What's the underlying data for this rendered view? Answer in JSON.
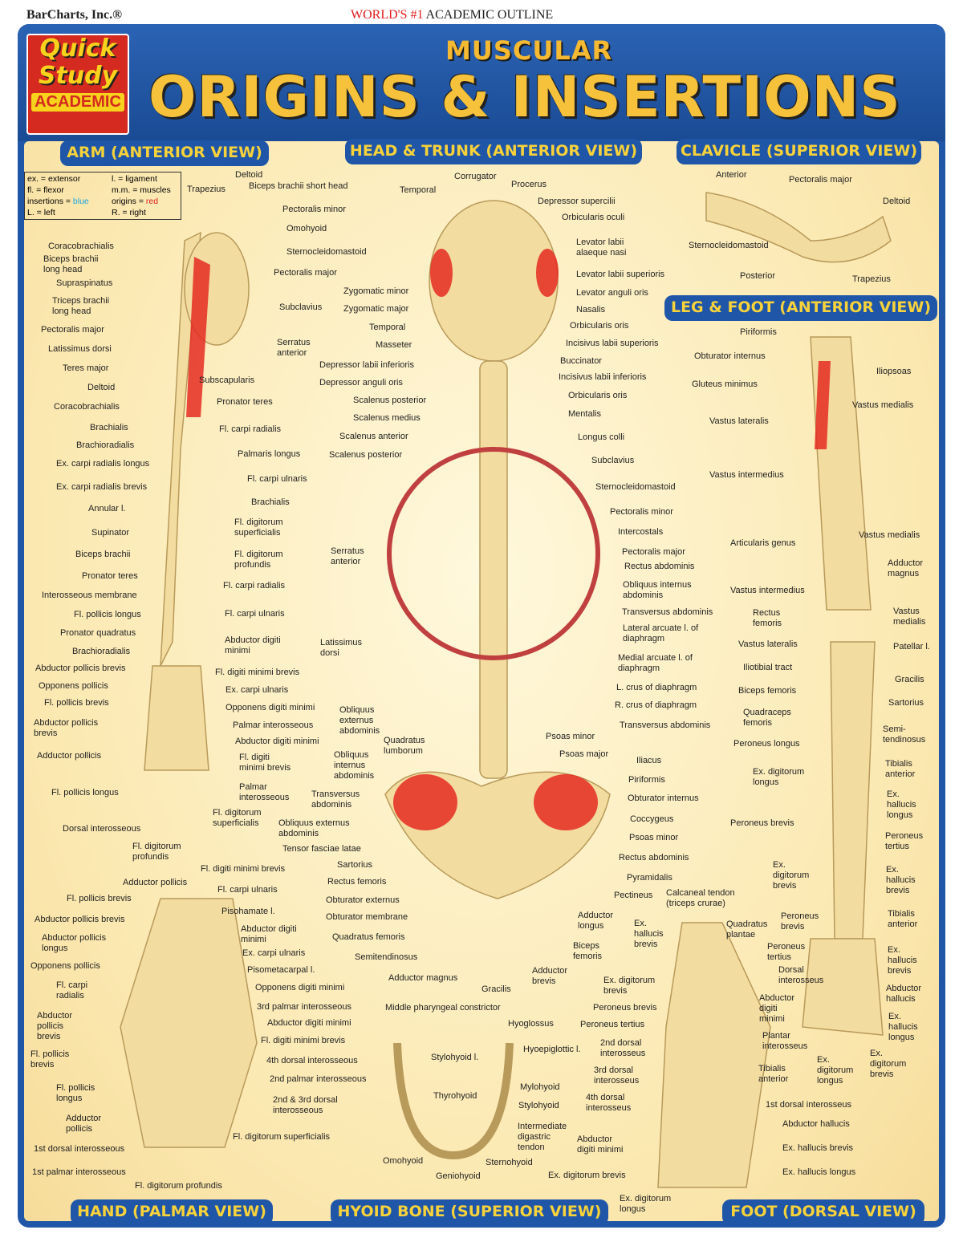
{
  "publisher": "BarCharts, Inc.®",
  "tagline": {
    "highlight": "WORLD'S #1",
    "rest": " ACADEMIC OUTLINE"
  },
  "logo": {
    "line1": "Quick",
    "line2": "Study",
    "line3": "ACADEMIC"
  },
  "title": {
    "sup": "MUSCULAR",
    "main": "ORIGINS & INSERTIONS"
  },
  "sections": {
    "arm": "ARM (ANTERIOR VIEW)",
    "head_trunk": "HEAD & TRUNK (ANTERIOR VIEW)",
    "clavicle": "CLAVICLE (SUPERIOR VIEW)",
    "leg": "LEG & FOOT (ANTERIOR VIEW)",
    "hand": "HAND (PALMAR VIEW)",
    "hyoid": "HYOID BONE (SUPERIOR VIEW)",
    "foot": "FOOT (DORSAL VIEW)"
  },
  "legend": {
    "r1a": "ex. = extensor",
    "r1b": "l. = ligament",
    "r2a": "fl. = flexor",
    "r2b": "m.m. = muscles",
    "r3a": "insertions = ",
    "r3a_color": "blue",
    "r3b": "origins = ",
    "r3b_color": "red",
    "r4a": "L. = left",
    "r4b": "R. = right"
  },
  "colors": {
    "frame": "#1f56a8",
    "title": "#f6c23b",
    "origin": "#e21b1b",
    "insertion": "#1da4e0"
  },
  "labels": {
    "arm": [
      "Deltoid",
      "Trapezius",
      "Biceps brachii short head",
      "Pectoralis minor",
      "Omohyoid",
      "Sternocleidomastoid",
      "Pectoralis major",
      "Subclavius",
      "Serratus\nanterior",
      "Subscapularis",
      "Coracobrachialis",
      "Biceps brachii\nlong head",
      "Supraspinatus",
      "Triceps brachii\nlong head",
      "Pectoralis major",
      "Latissimus dorsi",
      "Teres major",
      "Deltoid",
      "Coracobrachialis",
      "Brachialis",
      "Brachioradialis",
      "Ex. carpi radialis longus",
      "Ex. carpi radialis brevis",
      "Annular l.",
      "Supinator",
      "Biceps brachii",
      "Pronator teres",
      "Interosseous membrane",
      "Fl. pollicis longus",
      "Pronator quadratus",
      "Brachioradialis",
      "Abductor pollicis brevis",
      "Opponens pollicis",
      "Fl. pollicis brevis",
      "Abductor pollicis\nbrevis",
      "Adductor pollicis",
      "Fl. pollicis longus",
      "Dorsal interosseous",
      "Fl. digitorum\nprofundis",
      "Pronator teres",
      "Fl. carpi radialis",
      "Palmaris longus",
      "Fl. carpi ulnaris",
      "Brachialis",
      "Fl. digitorum\nsuperficialis",
      "Fl. digitorum\nprofundis",
      "Fl. carpi radialis",
      "Fl. carpi ulnaris",
      "Abductor digiti\nminimi",
      "Fl. digiti minimi brevis",
      "Ex. carpi ulnaris",
      "Opponens digiti minimi",
      "Palmar interosseous",
      "Abductor digiti minimi",
      "Fl. digiti\nminimi brevis",
      "Palmar\ninterosseous",
      "Fl. digitorum\nsuperficialis"
    ],
    "trunk": [
      "Corrugator",
      "Procerus",
      "Temporal",
      "Depressor supercilii",
      "Orbicularis oculi",
      "Levator labii\nalaeque nasi",
      "Levator labii superioris",
      "Zygomatic minor",
      "Levator anguli oris",
      "Zygomatic major",
      "Nasalis",
      "Temporal",
      "Orbicularis oris",
      "Masseter",
      "Incisivus labii superioris",
      "Depressor labii inferioris",
      "Buccinator",
      "Depressor anguli oris",
      "Incisivus labii inferioris",
      "Scalenus posterior",
      "Orbicularis oris",
      "Scalenus medius",
      "Mentalis",
      "Scalenus anterior",
      "Longus colli",
      "Scalenus posterior",
      "Subclavius",
      "Sternocleidomastoid",
      "Pectoralis minor",
      "Intercostals",
      "Serratus\nanterior",
      "Pectoralis major",
      "Rectus abdominis",
      "Obliquus internus\nabdominis",
      "Transversus abdominis",
      "Lateral arcuate l. of\ndiaphragm",
      "Latissimus\ndorsi",
      "Medial arcuate l. of\ndiaphragm",
      "L. crus of diaphragm",
      "R. crus of diaphragm",
      "Obliquus\nexternus\nabdominis",
      "Transversus abdominis",
      "Quadratus\nlumborum",
      "Psoas minor",
      "Obliquus\ninternus\nabdominis",
      "Psoas major",
      "Iliacus",
      "Transversus\nabdominis",
      "Piriformis",
      "Obturator internus",
      "Obliquus externus\nabdominis",
      "Coccygeus",
      "Tensor fasciae latae",
      "Psoas minor",
      "Sartorius",
      "Rectus abdominis",
      "Rectus femoris",
      "Pyramidalis",
      "Obturator externus",
      "Pectineus",
      "Obturator membrane",
      "Adductor\nlongus",
      "Quadratus femoris",
      "Biceps\nfemoris",
      "Semitendinosus",
      "Adductor\nbrevis",
      "Adductor magnus",
      "Gracilis"
    ],
    "hyoid": [
      "Middle pharyngeal constrictor",
      "Hyoglossus",
      "Hyoepiglottic l.",
      "Stylohyoid l.",
      "Mylohyoid",
      "Thyrohyoid",
      "Stylohyoid",
      "Intermediate\ndigastric\ntendon",
      "Omohyoid",
      "Sternohyoid",
      "Geniohyoid"
    ],
    "clavicle": [
      "Anterior",
      "Pectoralis major",
      "Deltoid",
      "Sternocleidomastoid",
      "Posterior",
      "Trapezius"
    ],
    "leg": [
      "Piriformis",
      "Obturator internus",
      "Iliopsoas",
      "Gluteus minimus",
      "Vastus medialis",
      "Vastus lateralis",
      "Vastus intermedius",
      "Vastus medialis",
      "Articularis genus",
      "Adductor\nmagnus",
      "Vastus intermedius",
      "Vastus\nmedialis",
      "Rectus\nfemoris",
      "Vastus lateralis",
      "Patellar l.",
      "Iliotibial tract",
      "Gracilis",
      "Biceps femoris",
      "Sartorius",
      "Quadraceps\nfemoris",
      "Semi-\ntendinosus",
      "Peroneus longus",
      "Tibialis\nanterior",
      "Ex. digitorum\nlongus",
      "Ex.\nhallucis\nlongus",
      "Peroneus brevis",
      "Peroneus\ntertius"
    ],
    "foot": [
      "Calcaneal tendon\n(triceps crurae)",
      "Ex.\ndigitorum\nbrevis",
      "Ex.\nhallucis\nbrevis",
      "Quadratus\nplantae",
      "Peroneus\nbrevis",
      "Tibialis\nanterior",
      "Ex.\nhallucis\nbrevis",
      "Peroneus\ntertius",
      "Ex.\nhallucis\nbrevis",
      "Dorsal\ninterosseus",
      "Abductor\nhallucis",
      "Ex. digitorum\nbrevis",
      "Abductor\ndigiti\nminimi",
      "Ex.\nhallucis\nlongus",
      "Peroneus brevis",
      "Peroneus tertius",
      "Plantar\ninterosseus",
      "Ex.\ndigitorum\nbrevis",
      "2nd dorsal\ninterosseus",
      "Ex.\ndigitorum\nlongus",
      "Tibialis\nanterior",
      "3rd dorsal\ninterosseus",
      "4th dorsal\ninterosseus",
      "1st dorsal interosseus",
      "Abductor hallucis",
      "Abductor\ndigiti minimi",
      "Ex. hallucis brevis",
      "Ex. digitorum brevis",
      "Ex. hallucis longus",
      "Ex. digitorum\nlongus"
    ],
    "hand": [
      "Fl. digiti minimi brevis",
      "Adductor pollicis",
      "Fl. carpi ulnaris",
      "Fl. pollicis brevis",
      "Pisohamate l.",
      "Abductor pollicis brevis",
      "Abductor digiti\nminimi",
      "Abductor pollicis\nlongus",
      "Ex. carpi ulnaris",
      "Opponens pollicis",
      "Pisometacarpal l.",
      "Fl. carpi\nradialis",
      "Opponens digiti minimi",
      "Abductor\npollicis\nbrevis",
      "3rd palmar interosseous",
      "Abductor digiti minimi",
      "Fl. pollicis\nbrevis",
      "Fl. digiti minimi brevis",
      "4th dorsal interosseous",
      "Fl. pollicis\nlongus",
      "2nd palmar interosseous",
      "Adductor\npollicis",
      "2nd & 3rd dorsal\ninterosseous",
      "Fl. digitorum superficialis",
      "1st dorsal interosseous",
      "1st palmar interosseous",
      "Fl. digitorum profundis"
    ]
  }
}
